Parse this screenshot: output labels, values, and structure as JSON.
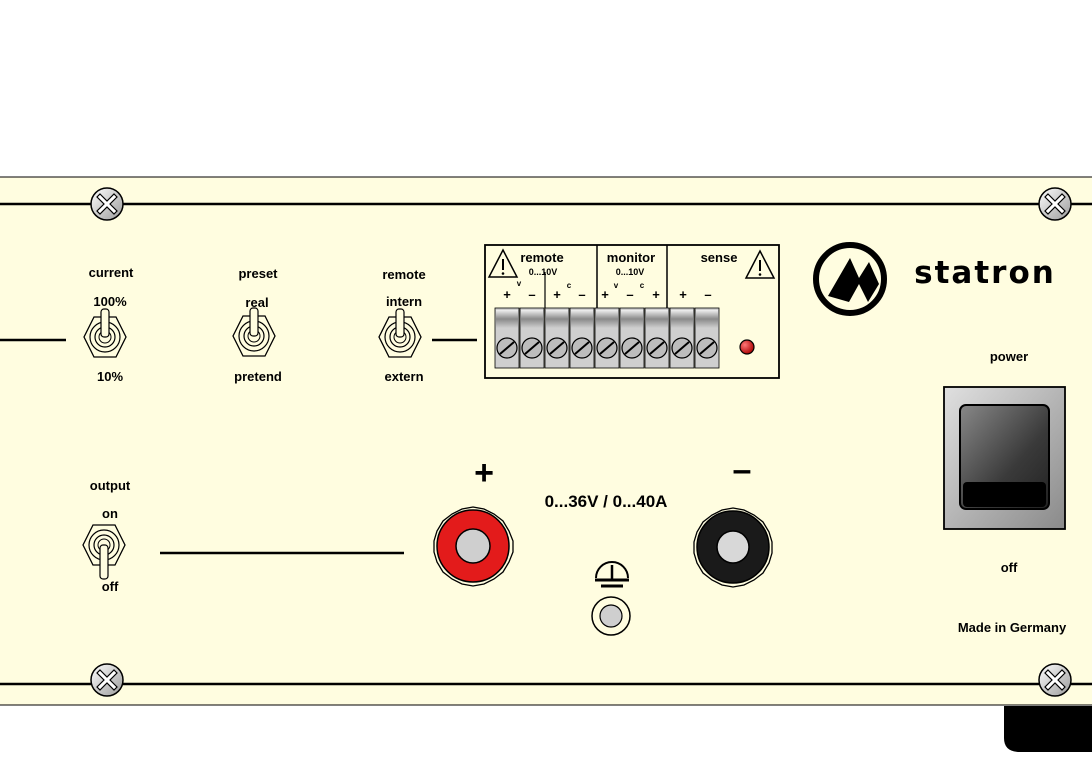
{
  "brand": "statron",
  "switches": {
    "current": {
      "title": "current",
      "top": "100%",
      "bottom": "10%"
    },
    "preset": {
      "title": "preset",
      "top": "real",
      "bottom": "pretend"
    },
    "remote": {
      "title": "remote",
      "top": "intern",
      "bottom": "extern"
    },
    "output": {
      "title": "output",
      "top": "on",
      "bottom": "off"
    }
  },
  "terminal_block": {
    "remote_label": "remote",
    "remote_range": "0...10V",
    "monitor_label": "monitor",
    "monitor_range": "0...10V",
    "sense_label": "sense",
    "letters": {
      "v1": "v",
      "c1": "c",
      "v2": "v",
      "c2": "c"
    },
    "polarity": [
      "+",
      "–",
      "+",
      "–",
      "+",
      "–",
      "+",
      "+",
      "–"
    ]
  },
  "output_rating": "0...36V / 0...40A",
  "terminals": {
    "plus": "+",
    "minus": "–"
  },
  "power": {
    "label": "power",
    "off_label": "off"
  },
  "made_in": "Made in Germany",
  "colors": {
    "panel": "#fffde0",
    "positive_terminal": "#e31b1b",
    "negative_terminal": "#1a1a1a",
    "led": "#cc0000"
  }
}
